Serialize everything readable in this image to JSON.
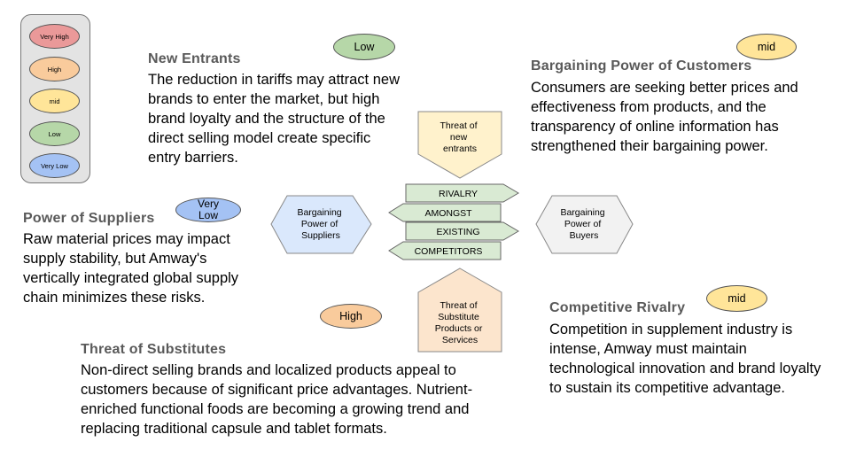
{
  "legend": {
    "items": [
      {
        "label": "Very High",
        "color": "#ea9999"
      },
      {
        "label": "High",
        "color": "#f9cb9c"
      },
      {
        "label": "mid",
        "color": "#ffe599"
      },
      {
        "label": "Low",
        "color": "#b6d7a8"
      },
      {
        "label": "Very Low",
        "color": "#a4c2f4"
      }
    ]
  },
  "forces": {
    "new_entrants": {
      "heading": "New Entrants",
      "rating": "Low",
      "rating_color": "#b6d7a8",
      "text": "The reduction in tariffs may attract new brands to enter the market, but high brand loyalty and the structure of the direct selling model create specific entry barriers."
    },
    "customers": {
      "heading": "Bargaining Power of Customers",
      "rating": "mid",
      "rating_color": "#ffe599",
      "text": "Consumers are seeking better prices and effectiveness from products, and the transparency of online information has strengthened their bargaining power."
    },
    "suppliers": {
      "heading": "Power of Suppliers",
      "rating": "Very Low",
      "rating_color": "#a4c2f4",
      "text": "Raw material prices may impact supply stability, but Amway's vertically integrated global supply chain minimizes these risks."
    },
    "substitutes": {
      "heading": "Threat of Substitutes",
      "rating": "High",
      "rating_color": "#f9cb9c",
      "text": "Non-direct selling brands and localized products appeal to customers because of significant price advantages. Nutrient-enriched functional foods are becoming a growing trend and replacing traditional capsule and tablet formats."
    },
    "rivalry": {
      "heading": "Competitive Rivalry",
      "rating": "mid",
      "rating_color": "#ffe599",
      "text": "Competition in supplement industry is intense, Amway must maintain technological innovation and brand loyalty to sustain its competitive advantage."
    }
  },
  "diagram": {
    "threat_new_entrants": [
      "Threat of",
      "new",
      "entrants"
    ],
    "supplier_power": [
      "Bargaining",
      "Power of",
      "Suppliers"
    ],
    "buyer_power": [
      "Bargaining",
      "Power of",
      "Buyers"
    ],
    "threat_substitutes": [
      "Threat of",
      "Substitute",
      "Products or",
      "Services"
    ],
    "rivalry_bars": [
      "RIVALRY",
      "AMONGST",
      "EXISTING",
      "COMPETITORS"
    ],
    "colors": {
      "threat": "#fff2cc",
      "supplier": "#dae8fc",
      "buyer": "#f2f2f2",
      "substitute": "#fce5cd",
      "rivalry": "#d9ead3"
    }
  }
}
